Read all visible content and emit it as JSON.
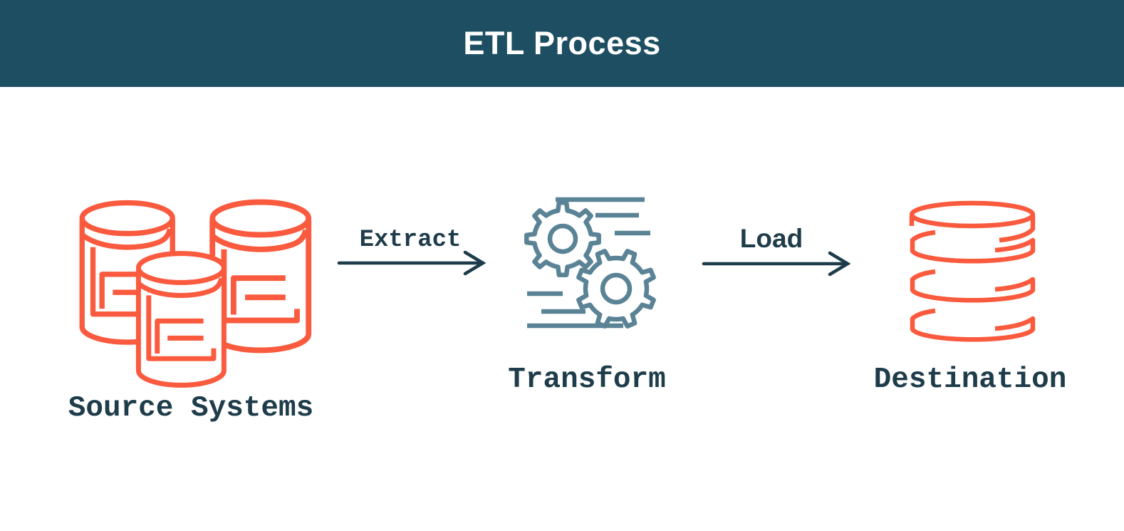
{
  "header": {
    "title": "ETL Process"
  },
  "colors": {
    "header_bg": "#1d4e61",
    "header_text": "#ffffff",
    "background": "#ffffff",
    "ink": "#1e3c4a",
    "coral": "#fa5a3d",
    "slate": "#5b8396"
  },
  "diagram": {
    "nodes": [
      {
        "id": "source",
        "label": "Source Systems",
        "icon": "databases-cluster-icon",
        "icon_color": "#fa5a3d"
      },
      {
        "id": "transform",
        "label": "Transform",
        "icon": "gears-icon",
        "icon_color": "#5b8396"
      },
      {
        "id": "destination",
        "label": "Destination",
        "icon": "database-stack-icon",
        "icon_color": "#fa5a3d"
      }
    ],
    "edges": [
      {
        "from": "source",
        "to": "transform",
        "label": "Extract"
      },
      {
        "from": "transform",
        "to": "destination",
        "label": "Load"
      }
    ]
  }
}
